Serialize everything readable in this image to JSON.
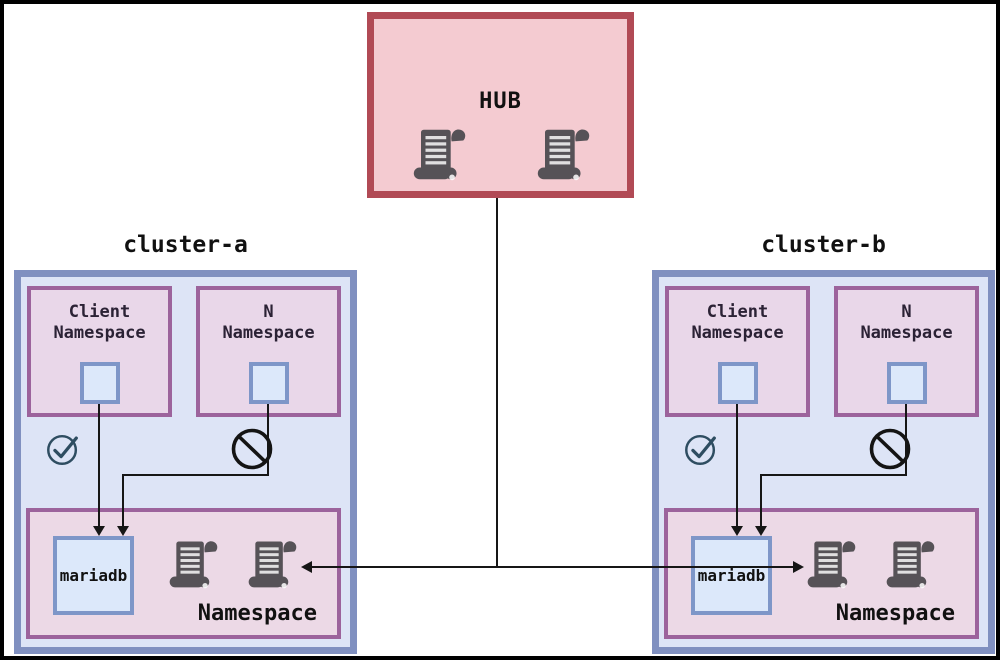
{
  "diagram": {
    "hub": {
      "title": "HUB",
      "icons": [
        "scroll-icon",
        "scroll-icon"
      ]
    },
    "clusters": [
      {
        "title": "cluster-a",
        "namespaces": [
          {
            "lines": [
              "Client",
              "Namespace"
            ],
            "icon": "pod-square"
          },
          {
            "lines": [
              "N",
              "Namespace"
            ],
            "icon": "pod-square"
          }
        ],
        "status_icons": [
          "check-circle-icon",
          "prohibited-icon"
        ],
        "workload_namespace": {
          "workload": "mariadb",
          "label": "Namespace",
          "icons": [
            "scroll-icon",
            "scroll-icon"
          ]
        }
      },
      {
        "title": "cluster-b",
        "namespaces": [
          {
            "lines": [
              "Client",
              "Namespace"
            ],
            "icon": "pod-square"
          },
          {
            "lines": [
              "N",
              "Namespace"
            ],
            "icon": "pod-square"
          }
        ],
        "status_icons": [
          "check-circle-icon",
          "prohibited-icon"
        ],
        "workload_namespace": {
          "workload": "mariadb",
          "label": "Namespace",
          "icons": [
            "scroll-icon",
            "scroll-icon"
          ]
        }
      }
    ],
    "colors": {
      "hub_border": "#b14a55",
      "hub_fill": "#f4cbd1",
      "cluster_border": "#8090c0",
      "cluster_fill": "#dde4f6",
      "namespace_border": "#9c639c",
      "namespace_fill": "#e9d7e9",
      "workload_ns_fill": "#ecd9e6",
      "pod_border": "#7e96c8",
      "pod_fill": "#dce8fa",
      "scroll_icon": "#565257",
      "check_icon": "#2e4d61",
      "prohibited_icon": "#141414",
      "connector": "#161616",
      "title_text": "#111111",
      "label_text": "#2b2235"
    }
  }
}
